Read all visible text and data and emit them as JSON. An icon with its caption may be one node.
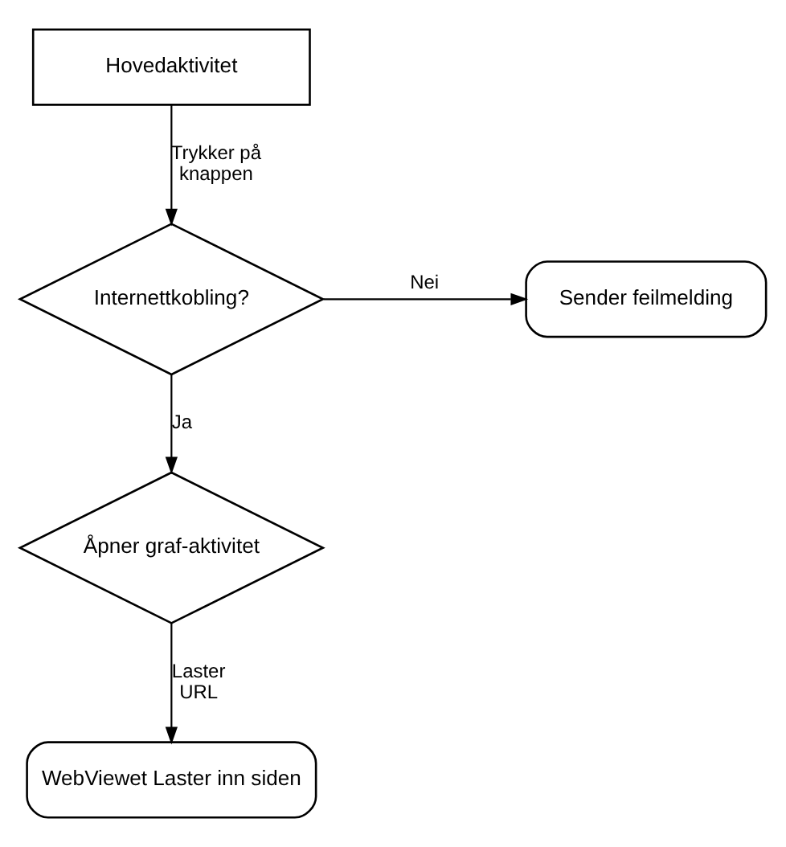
{
  "diagram": {
    "nodes": [
      {
        "text": [
          "Hovedaktivitet"
        ]
      },
      {
        "text": [
          "Internettkobling?"
        ]
      },
      {
        "text": [
          "Sender feilmelding"
        ]
      },
      {
        "text": [
          "Åpner graf-aktivitet"
        ]
      },
      {
        "text": [
          "WebViewet Laster inn siden"
        ]
      }
    ],
    "edges": [
      {
        "from": 0,
        "to": 1,
        "arrow": "to",
        "label": "Trykker på knappen"
      },
      {
        "from": 1,
        "to": 2,
        "arrow": "to",
        "label": "Nei"
      },
      {
        "from": 1,
        "to": 3,
        "arrow": "to",
        "label": "Ja"
      },
      {
        "from": 3,
        "to": 4,
        "arrow": "to",
        "label": "Laster URL"
      }
    ]
  }
}
